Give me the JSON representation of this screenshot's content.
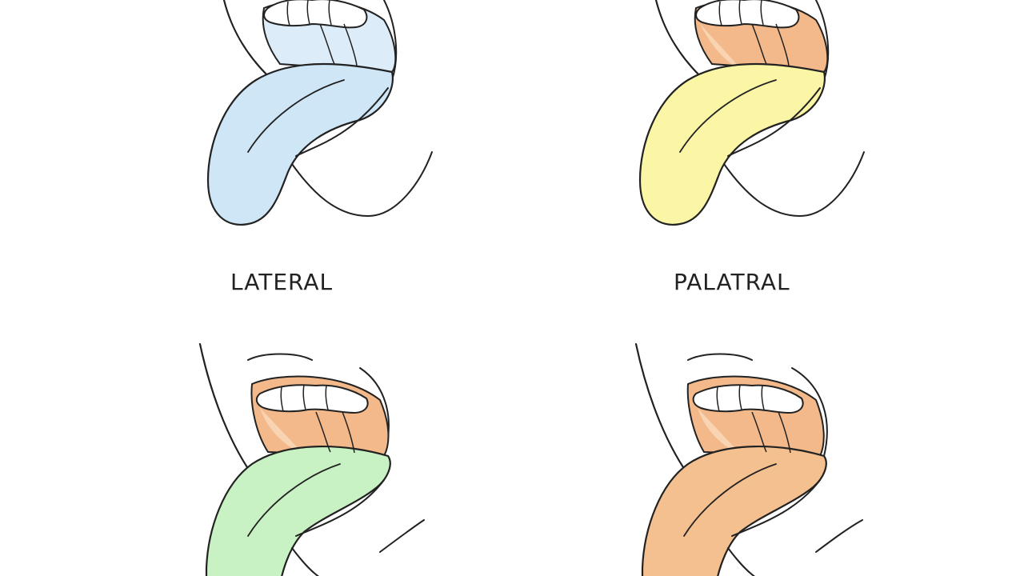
{
  "labels": {
    "top_left": "LATERAL",
    "top_right": "PALATRAL"
  },
  "colors": {
    "line": "#222222",
    "tooth": "#ffffff",
    "tongue_blue": "#cfe6f7",
    "tongue_yellow": "#fbf6a6",
    "tongue_green": "#c9f2c4",
    "tongue_orange": "#f5c08f",
    "mouth_blue": "#dcedf9",
    "mouth_orange": "#f3b98a",
    "mouth_inner_orange": "#f9d4b3"
  },
  "panels": [
    {
      "id": "top-left",
      "tongue_color": "tongue_blue",
      "mouth_color": "mouth_blue"
    },
    {
      "id": "top-right",
      "tongue_color": "tongue_yellow",
      "mouth_color": "mouth_orange"
    },
    {
      "id": "bottom-left",
      "tongue_color": "tongue_green",
      "mouth_color": "mouth_orange"
    },
    {
      "id": "bottom-right",
      "tongue_color": "tongue_orange",
      "mouth_color": "mouth_orange"
    }
  ]
}
